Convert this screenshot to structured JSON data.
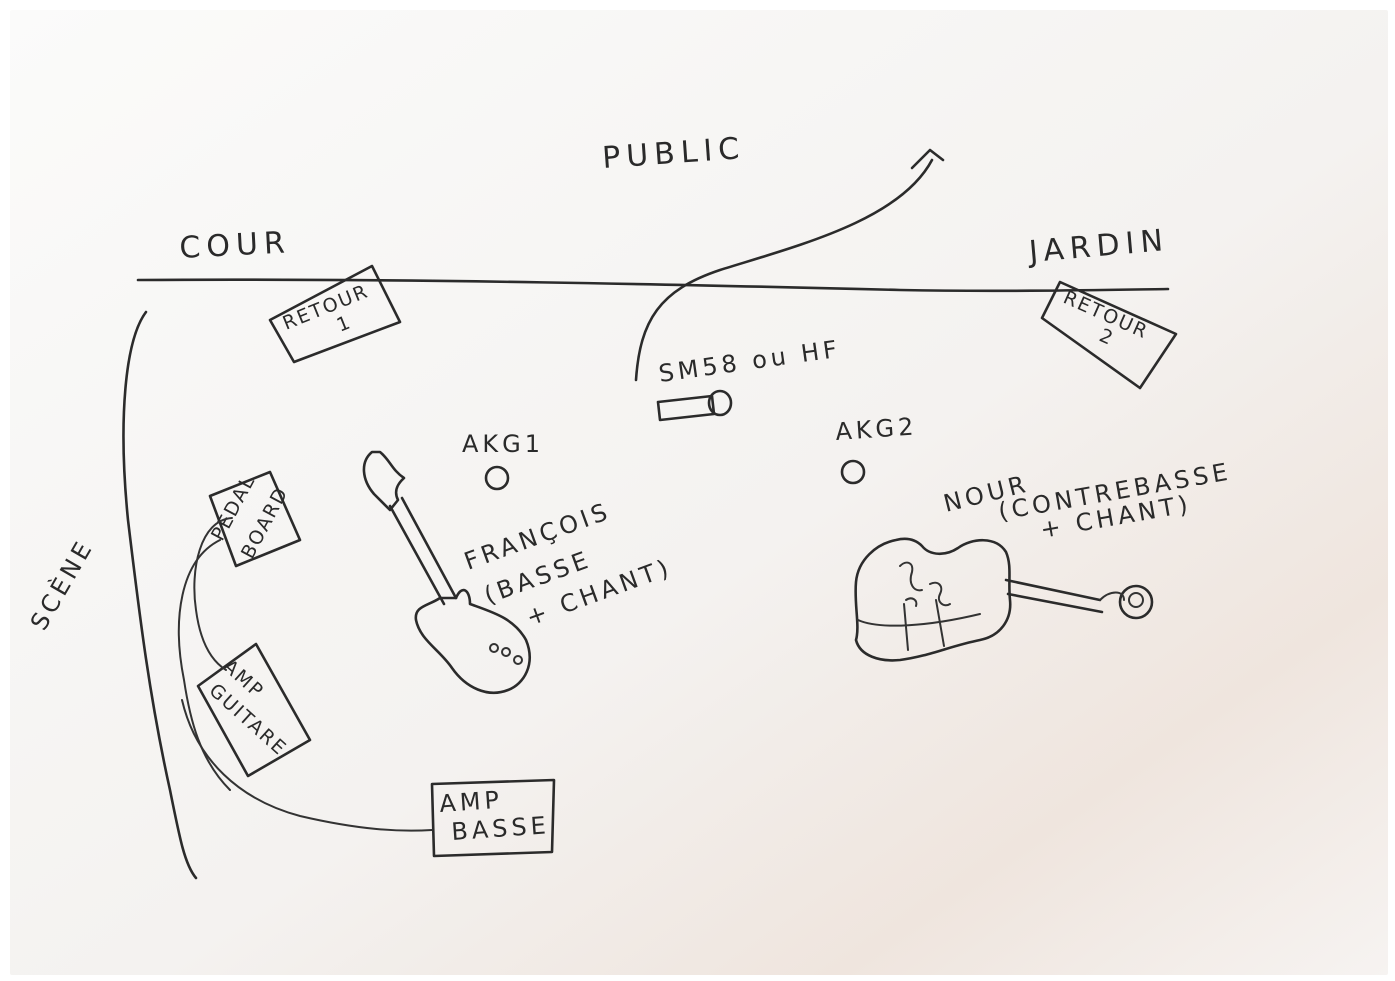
{
  "labels": {
    "public": "PUBLIC",
    "cour": "COUR",
    "jardin": "JARDIN",
    "scene": "SCÈNE",
    "retour1_line1": "RETOUR",
    "retour1_line2": "1",
    "retour2_line1": "RETOUR",
    "retour2_line2": "2",
    "sm58": "SM58 ou HF",
    "akg1": "AKG1",
    "akg2": "AKG2",
    "francois_name": "FRANÇOIS",
    "francois_role1": "(BASSE",
    "francois_role2": "+ CHANT)",
    "nour_name": "NOUR",
    "nour_role1": "(CONTREBASSE",
    "nour_role2": "+ CHANT)",
    "pedalboard_line1": "PEDAL",
    "pedalboard_line2": "BOARD",
    "amp_guitare_line1": "AMP",
    "amp_guitare_line2": "GUITARE",
    "amp_basse_line1": "AMP",
    "amp_basse_line2": "BASSE"
  },
  "colors": {
    "ink": "#2b2b2b",
    "paper_light": "#f9f9f8",
    "paper_shadow": "#ece3dc"
  },
  "icons": {
    "microphone": "sm58-microphone-icon",
    "bass_guitar": "bass-guitar-icon",
    "double_bass": "double-bass-icon"
  }
}
